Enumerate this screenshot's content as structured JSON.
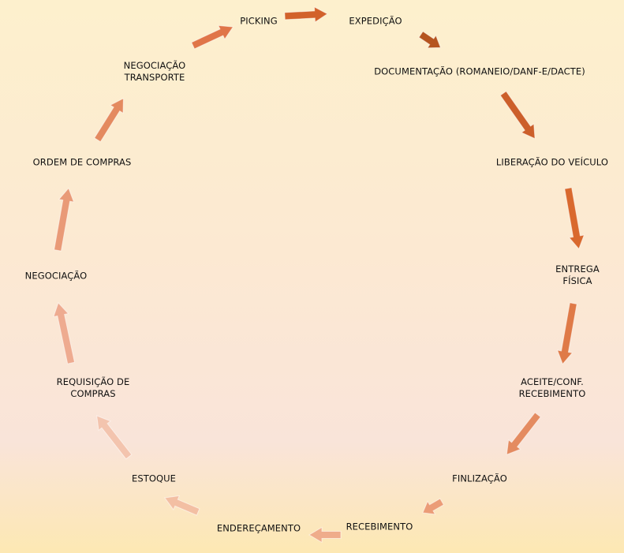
{
  "diagram": {
    "type": "cycle",
    "nodes": [
      {
        "id": "picking",
        "lines": [
          "PICKING"
        ]
      },
      {
        "id": "expedicao",
        "lines": [
          "EXPEDIÇÃO"
        ]
      },
      {
        "id": "documentacao",
        "lines": [
          "DOCUMENTAÇÃO (ROMANEIO/DANF-E/DACTE)"
        ]
      },
      {
        "id": "liberacao-veiculo",
        "lines": [
          "LIBERAÇÃO DO VEÍCULO"
        ]
      },
      {
        "id": "entrega-fisica",
        "lines": [
          "ENTREGA",
          "FÍSICA"
        ]
      },
      {
        "id": "aceite-recebimento",
        "lines": [
          "ACEITE/CONF.",
          "RECEBIMENTO"
        ]
      },
      {
        "id": "finalizacao",
        "lines": [
          "FINLIZAÇÃO"
        ]
      },
      {
        "id": "recebimento",
        "lines": [
          "RECEBIMENTO"
        ]
      },
      {
        "id": "enderecamento",
        "lines": [
          "ENDEREÇAMENTO"
        ]
      },
      {
        "id": "estoque",
        "lines": [
          "ESTOQUE"
        ]
      },
      {
        "id": "requisicao-compras",
        "lines": [
          "REQUISIÇÃO DE",
          "COMPRAS"
        ]
      },
      {
        "id": "negociacao",
        "lines": [
          "NEGOCIAÇÃO"
        ]
      },
      {
        "id": "ordem-compras",
        "lines": [
          "ORDEM DE COMPRAS"
        ]
      },
      {
        "id": "negociacao-transporte",
        "lines": [
          "NEGOCIAÇÃO",
          "TRANSPORTE"
        ]
      }
    ],
    "arrow_colors": [
      "#d2622b",
      "#b5541f",
      "#cc5f2a",
      "#d9692e",
      "#df7a47",
      "#e48b60",
      "#eb9c77",
      "#efac8b",
      "#f3bfa3",
      "#f3c4ae",
      "#eeab90",
      "#e99a77",
      "#e48a5f",
      "#e07548"
    ]
  }
}
